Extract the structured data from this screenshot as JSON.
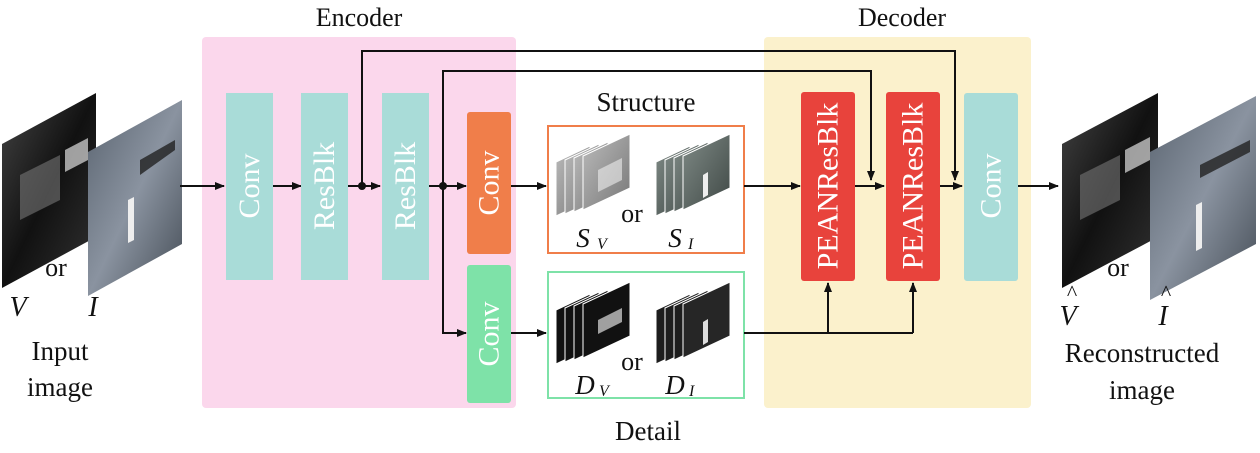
{
  "encoder": {
    "title": "Encoder",
    "blocks": [
      "Conv",
      "ResBlk",
      "ResBlk"
    ],
    "bg_color": "#fbd7ec",
    "block_color": "#a9dcd8"
  },
  "decoder": {
    "title": "Decoder",
    "peanresblk_1": "PEANResBlk",
    "peanresblk_2": "PEANResBlk",
    "conv": "Conv",
    "bg_color": "#fbf1cc",
    "peanresblk_color": "#e8433c",
    "conv_color": "#a9dcd8"
  },
  "structure_conv": {
    "label": "Conv",
    "color": "#f07e4a"
  },
  "detail_conv": {
    "label": "Conv",
    "color": "#7ee2a8"
  },
  "structure_panel": {
    "title": "Structure",
    "or": "or",
    "label_v_main": "S",
    "label_v_sub": "V",
    "label_i_main": "S",
    "label_i_sub": "I",
    "border_color": "#f07e4a"
  },
  "detail_panel": {
    "title": "Detail",
    "or": "or",
    "label_v_main": "D",
    "label_v_sub": "V",
    "label_i_main": "D",
    "label_i_sub": "I",
    "border_color": "#7ee2a8"
  },
  "input": {
    "or": "or",
    "v_label": "V",
    "i_label": "I",
    "caption_line1": "Input",
    "caption_line2": "image"
  },
  "output": {
    "or": "or",
    "v_label": "V",
    "i_label": "I",
    "hat": "^",
    "caption_line1": "Reconstructed",
    "caption_line2": "image"
  }
}
